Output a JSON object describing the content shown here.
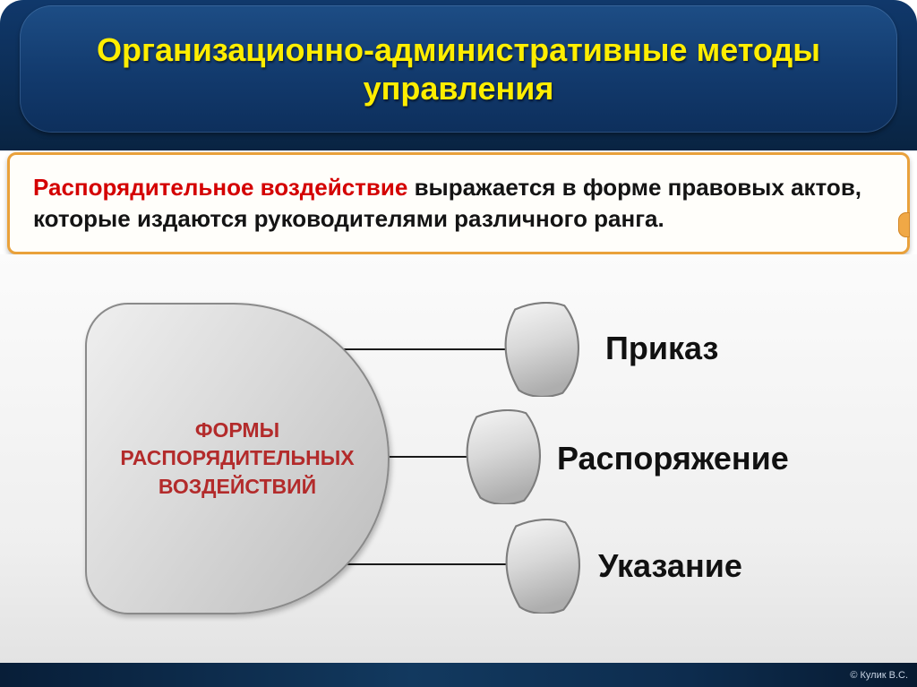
{
  "header": {
    "title": "Организационно-административные методы управления"
  },
  "info_box": {
    "highlight": "Распорядительное воздействие",
    "text": "выражается в форме правовых актов, которые издаются руководителями различного ранга."
  },
  "diagram": {
    "hub_label": "ФОРМЫ РАСПОРЯДИТЕЛЬНЫХ ВОЗДЕЙСТВИЙ",
    "items": [
      {
        "label": "Приказ"
      },
      {
        "label": "Распоряжение"
      },
      {
        "label": "Указание"
      }
    ]
  },
  "footer": {
    "credit": "© Кулик В.С."
  },
  "colors": {
    "title_text": "#ffee00",
    "header_navy": "#0c2d55",
    "info_border": "#e9a13b",
    "info_highlight": "#d40000",
    "hub_text": "#b32b2b",
    "shape_fill": "#d8d8d8",
    "connector": "#1a1a1a"
  }
}
